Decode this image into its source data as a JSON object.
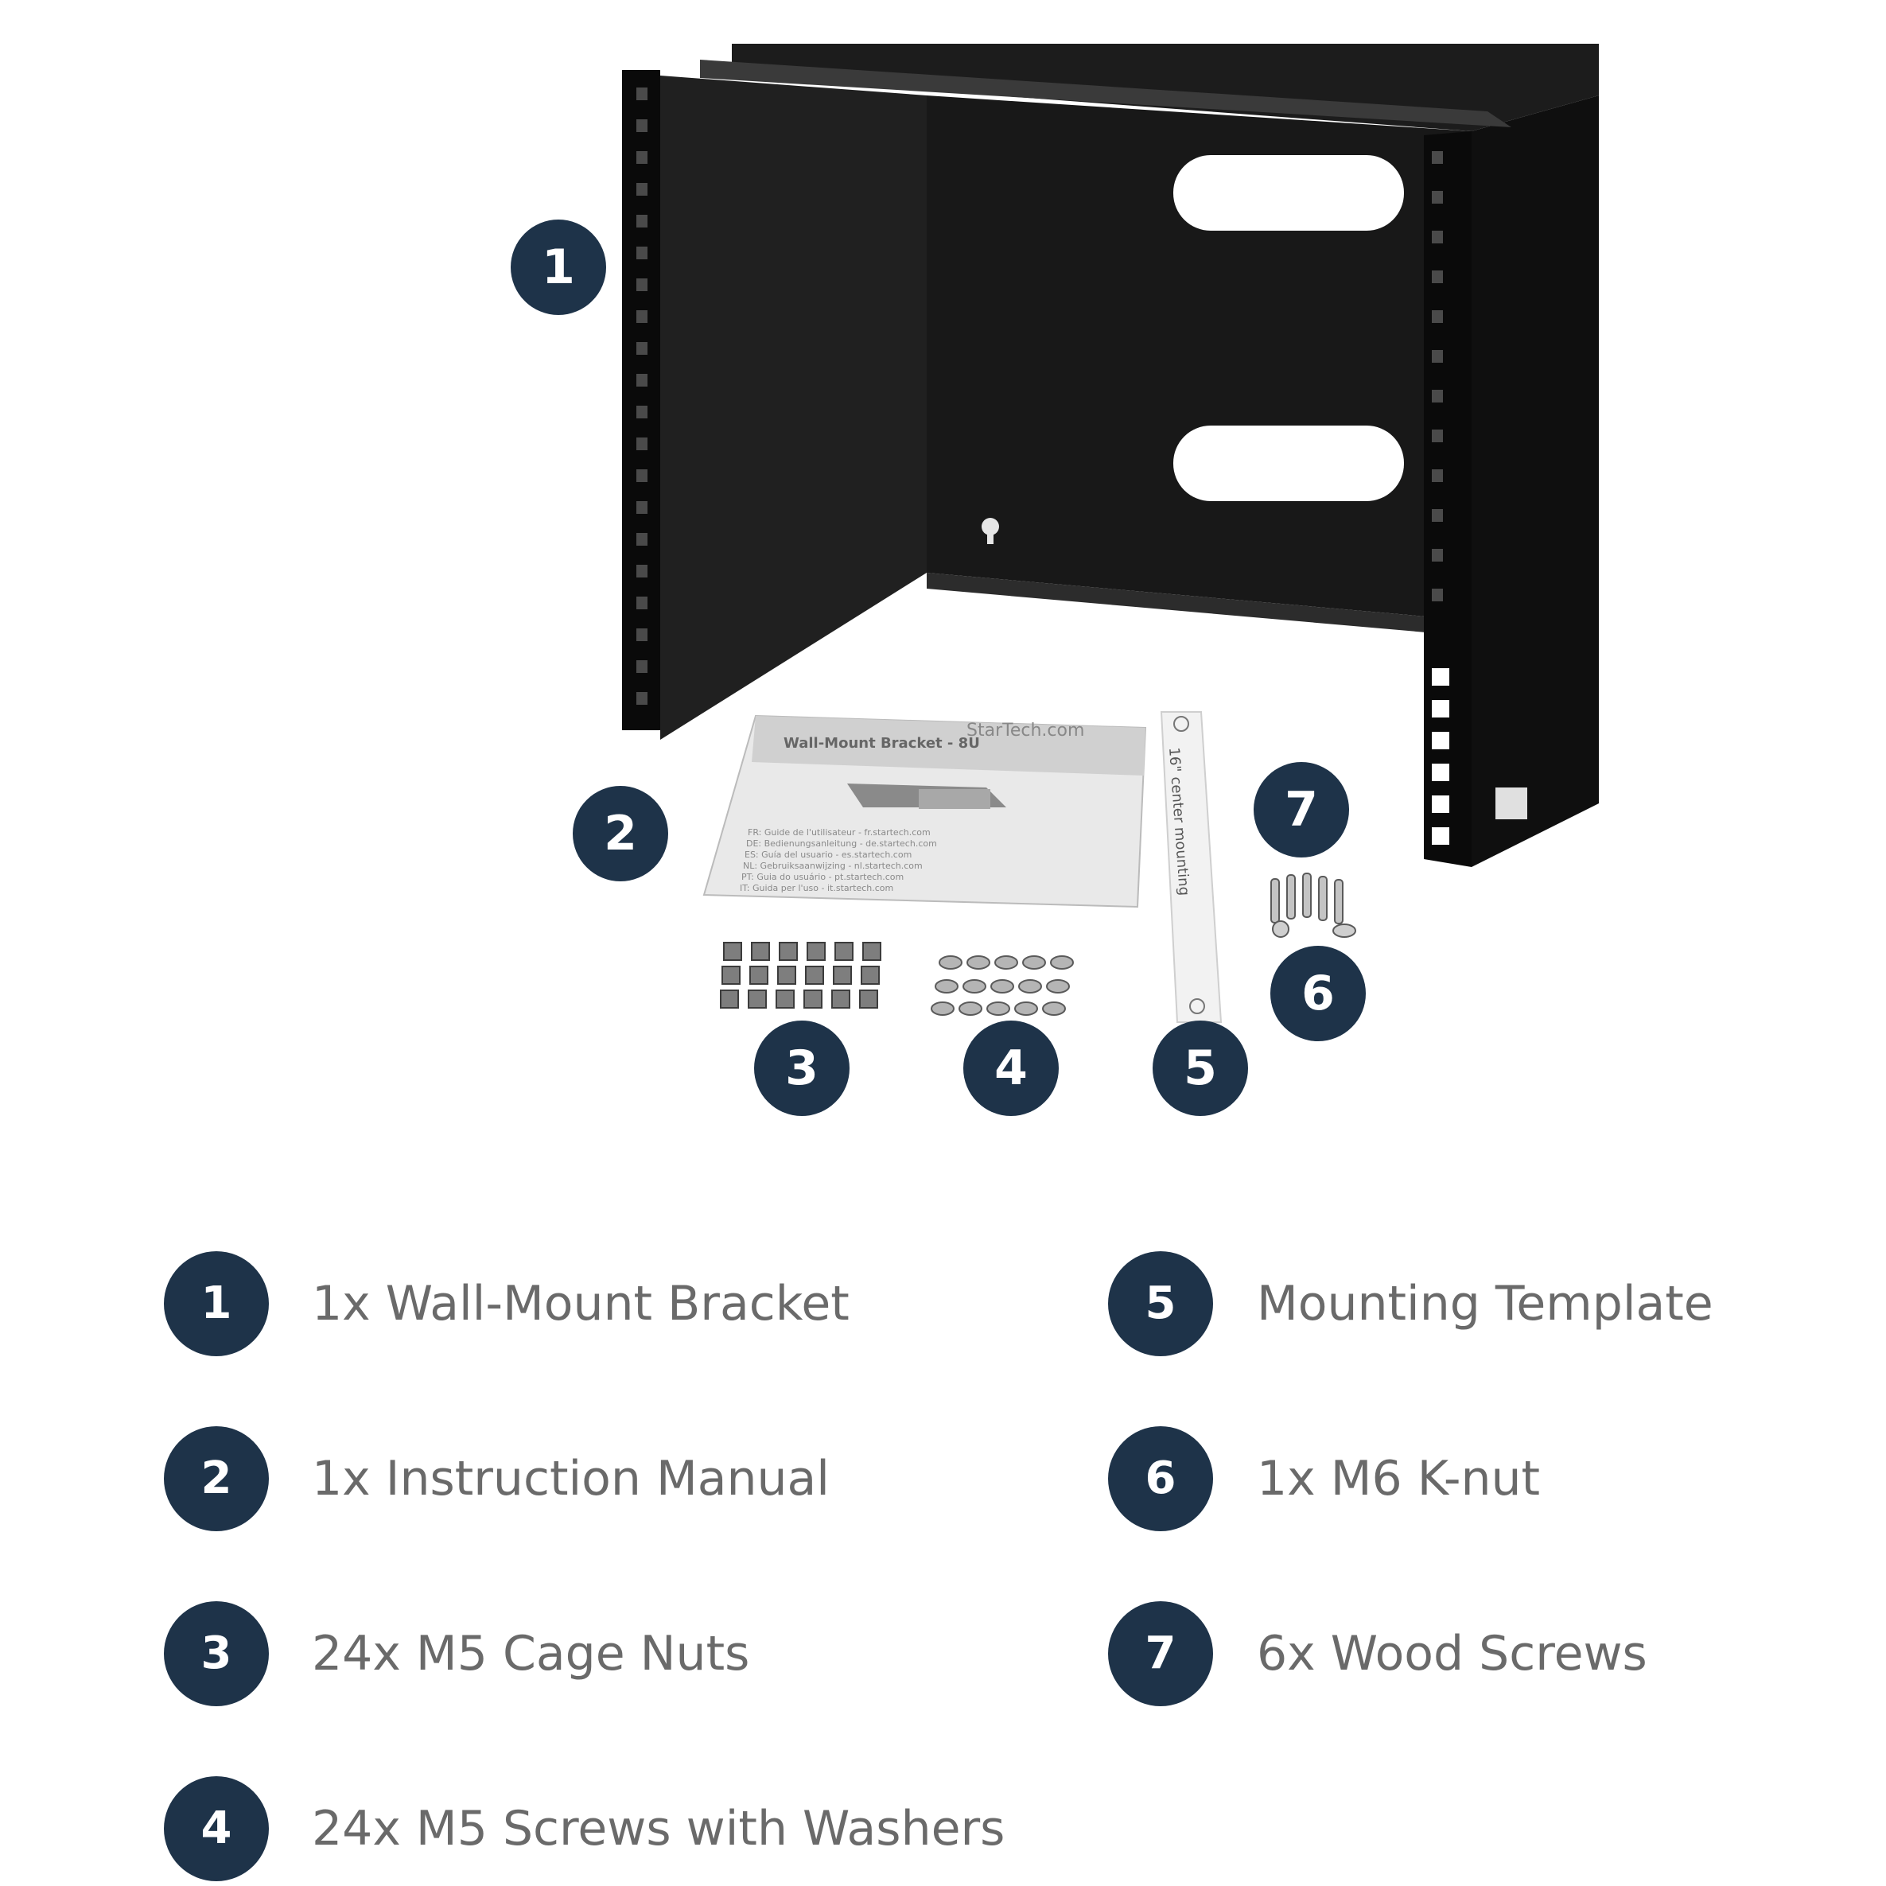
{
  "colors": {
    "badge_fill": "#1e3349",
    "badge_text": "#ffffff",
    "label_text": "#6a6a6a",
    "bracket_black": "#141414"
  },
  "callouts": [
    "1",
    "2",
    "3",
    "4",
    "5",
    "6",
    "7"
  ],
  "legend": [
    {
      "number": "1",
      "label": "1x Wall-Mount Bracket"
    },
    {
      "number": "2",
      "label": "1x Instruction Manual"
    },
    {
      "number": "3",
      "label": "24x M5 Cage Nuts"
    },
    {
      "number": "4",
      "label": "24x M5 Screws with Washers"
    },
    {
      "number": "5",
      "label": "Mounting Template"
    },
    {
      "number": "6",
      "label": "1x M6 K-nut"
    },
    {
      "number": "7",
      "label": "6x Wood Screws"
    }
  ],
  "manual": {
    "brand": "StarTech.com",
    "title": "Wall-Mount Bracket - 8U",
    "lines": [
      "FR: Guide de l'utilisateur - fr.startech.com",
      "DE: Bedienungsanleitung - de.startech.com",
      "ES: Guía del usuario - es.startech.com",
      "NL: Gebruiksaanwijzing - nl.startech.com",
      "PT: Guia do usuário - pt.startech.com",
      "IT: Guida per l'uso - it.startech.com"
    ]
  },
  "template": {
    "text": "16\" center mounting"
  }
}
